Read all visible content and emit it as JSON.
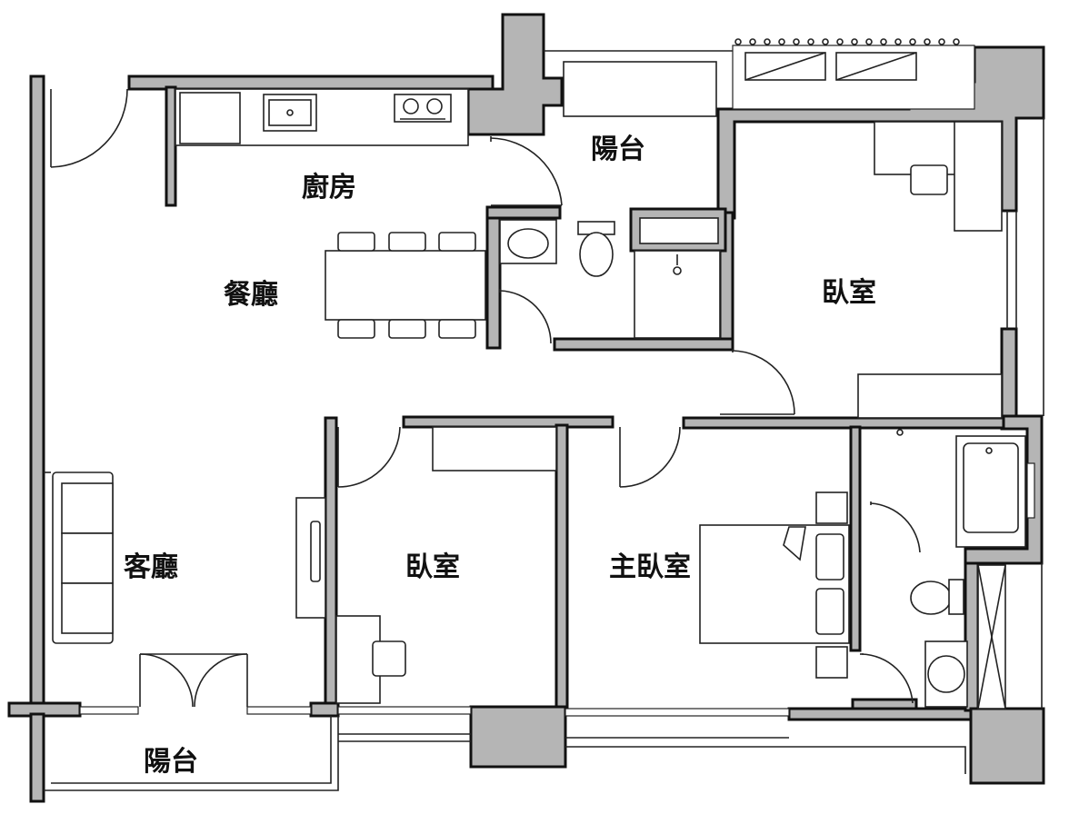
{
  "rooms": {
    "kitchen": "廚房",
    "dining": "餐廳",
    "living": "客廳",
    "balcony_top": "陽台",
    "balcony_bottom": "陽台",
    "bedroom_right": "臥室",
    "bedroom_middle": "臥室",
    "master_bedroom": "主臥室"
  },
  "colors": {
    "wall": "#b5b5b5",
    "line": "#222222",
    "background": "#ffffff"
  }
}
